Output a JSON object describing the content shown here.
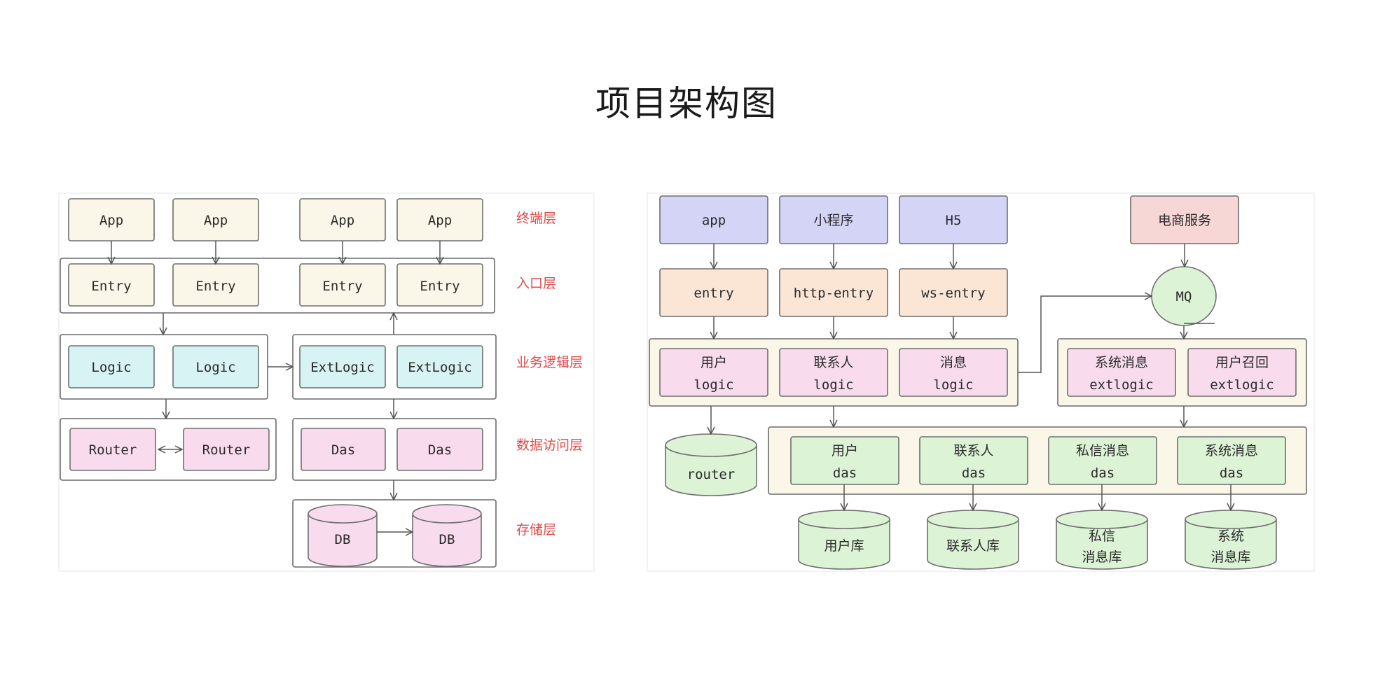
{
  "title": "项目架构图",
  "left": {
    "layers": [
      "终端层",
      "入口层",
      "业务逻辑层",
      "数据访问层",
      "存储层"
    ],
    "apps": [
      "App",
      "App",
      "App",
      "App"
    ],
    "entries": [
      "Entry",
      "Entry",
      "Entry",
      "Entry"
    ],
    "logics": [
      "Logic",
      "Logic"
    ],
    "extlogics": [
      "ExtLogic",
      "ExtLogic"
    ],
    "routers": [
      "Router",
      "Router"
    ],
    "das": [
      "Das",
      "Das"
    ],
    "dbs": [
      "DB",
      "DB"
    ]
  },
  "right": {
    "clients": [
      "app",
      "小程序",
      "H5"
    ],
    "ecommerce": "电商服务",
    "entries": [
      "entry",
      "http-entry",
      "ws-entry"
    ],
    "mq": "MQ",
    "logics": [
      {
        "l1": "用户",
        "l2": "logic"
      },
      {
        "l1": "联系人",
        "l2": "logic"
      },
      {
        "l1": "消息",
        "l2": "logic"
      }
    ],
    "extlogics": [
      {
        "l1": "系统消息",
        "l2": "extlogic"
      },
      {
        "l1": "用户召回",
        "l2": "extlogic"
      }
    ],
    "router": "router",
    "das": [
      {
        "l1": "用户",
        "l2": "das"
      },
      {
        "l1": "联系人",
        "l2": "das"
      },
      {
        "l1": "私信消息",
        "l2": "das"
      },
      {
        "l1": "系统消息",
        "l2": "das"
      }
    ],
    "dbs": [
      {
        "l1": "用户库",
        "l2": ""
      },
      {
        "l1": "联系人库",
        "l2": ""
      },
      {
        "l1": "私信",
        "l2": "消息库"
      },
      {
        "l1": "系统",
        "l2": "消息库"
      }
    ]
  },
  "colors": {
    "yellow": "#fbf7e8",
    "cyan": "#d8f3f3",
    "pink": "#f8dcee",
    "lavender": "#d4d4f6",
    "peach": "#fbe6d6",
    "rose": "#f7d6d6",
    "green": "#dcf3d6",
    "label_red": "#e04b4b"
  }
}
